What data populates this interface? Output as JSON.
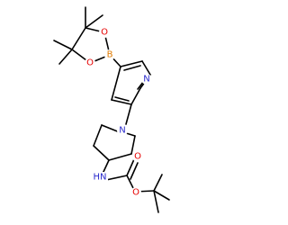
{
  "colors": {
    "background": "#ffffff",
    "bond": "#000000",
    "B": "#e07a00",
    "O": "#e60000",
    "N": "#2a2acc"
  },
  "molecule": {
    "atoms": [
      {
        "id": "B1",
        "element": "B",
        "label": "B"
      },
      {
        "id": "O1",
        "element": "O",
        "label": "O"
      },
      {
        "id": "O2",
        "element": "O",
        "label": "O"
      },
      {
        "id": "N_pyridine",
        "element": "N",
        "label": "N"
      },
      {
        "id": "N_piperidine",
        "element": "N",
        "label": "N"
      },
      {
        "id": "NH_carbamate",
        "element": "N",
        "label": "HN"
      },
      {
        "id": "O_carbonyl",
        "element": "O",
        "label": "O"
      },
      {
        "id": "O_ester",
        "element": "O",
        "label": "O"
      }
    ]
  }
}
